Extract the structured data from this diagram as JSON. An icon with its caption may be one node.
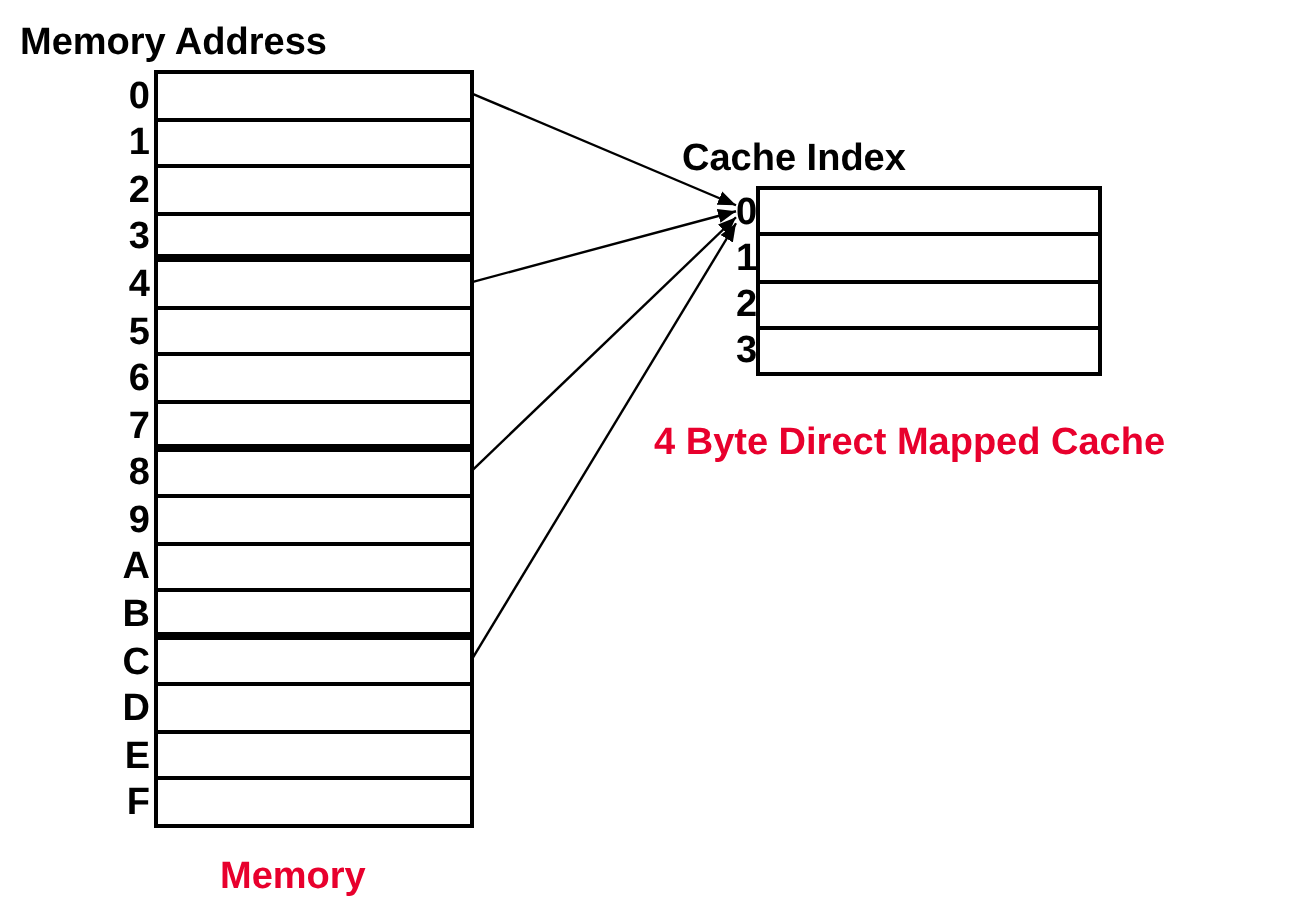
{
  "diagram": {
    "nodes": [
      {
        "text": [],
        "shape": "box",
        "beside": [
          "0"
        ]
      },
      {
        "text": [],
        "shape": "box",
        "beside": [
          "1"
        ]
      },
      {
        "text": [],
        "shape": "box",
        "beside": [
          "2"
        ]
      },
      {
        "text": [],
        "shape": "box",
        "beside": [
          "3"
        ]
      },
      {
        "text": [],
        "shape": "box",
        "beside": [
          "4"
        ]
      },
      {
        "text": [],
        "shape": "box",
        "beside": [
          "5"
        ]
      },
      {
        "text": [],
        "shape": "box",
        "beside": [
          "6"
        ]
      },
      {
        "text": [],
        "shape": "box",
        "beside": [
          "7"
        ]
      },
      {
        "text": [],
        "shape": "box",
        "beside": [
          "8"
        ]
      },
      {
        "text": [],
        "shape": "box",
        "beside": [
          "9"
        ]
      },
      {
        "text": [],
        "shape": "box",
        "beside": [
          "A"
        ]
      },
      {
        "text": [],
        "shape": "box",
        "beside": [
          "B"
        ]
      },
      {
        "text": [],
        "shape": "box",
        "beside": [
          "C"
        ]
      },
      {
        "text": [],
        "shape": "box",
        "beside": [
          "D"
        ]
      },
      {
        "text": [],
        "shape": "box",
        "beside": [
          "E"
        ]
      },
      {
        "text": [],
        "shape": "box",
        "beside": [
          "F"
        ]
      },
      {
        "text": [],
        "shape": "box",
        "beside": [
          "0"
        ]
      },
      {
        "text": [],
        "shape": "box",
        "beside": [
          "1"
        ]
      },
      {
        "text": [],
        "shape": "box",
        "beside": [
          "2"
        ]
      },
      {
        "text": [],
        "shape": "box",
        "beside": [
          "3"
        ]
      }
    ],
    "edges": [
      {
        "from": 0,
        "to": 16,
        "arrow": "to"
      },
      {
        "from": 4,
        "to": 16,
        "arrow": "to"
      },
      {
        "from": 8,
        "to": 16,
        "arrow": "to"
      },
      {
        "from": 12,
        "to": 16,
        "arrow": "to"
      }
    ],
    "labels": [
      "Memory Address",
      "Cache Index",
      "4 Byte Direct Mapped Cache",
      "Memory"
    ]
  }
}
